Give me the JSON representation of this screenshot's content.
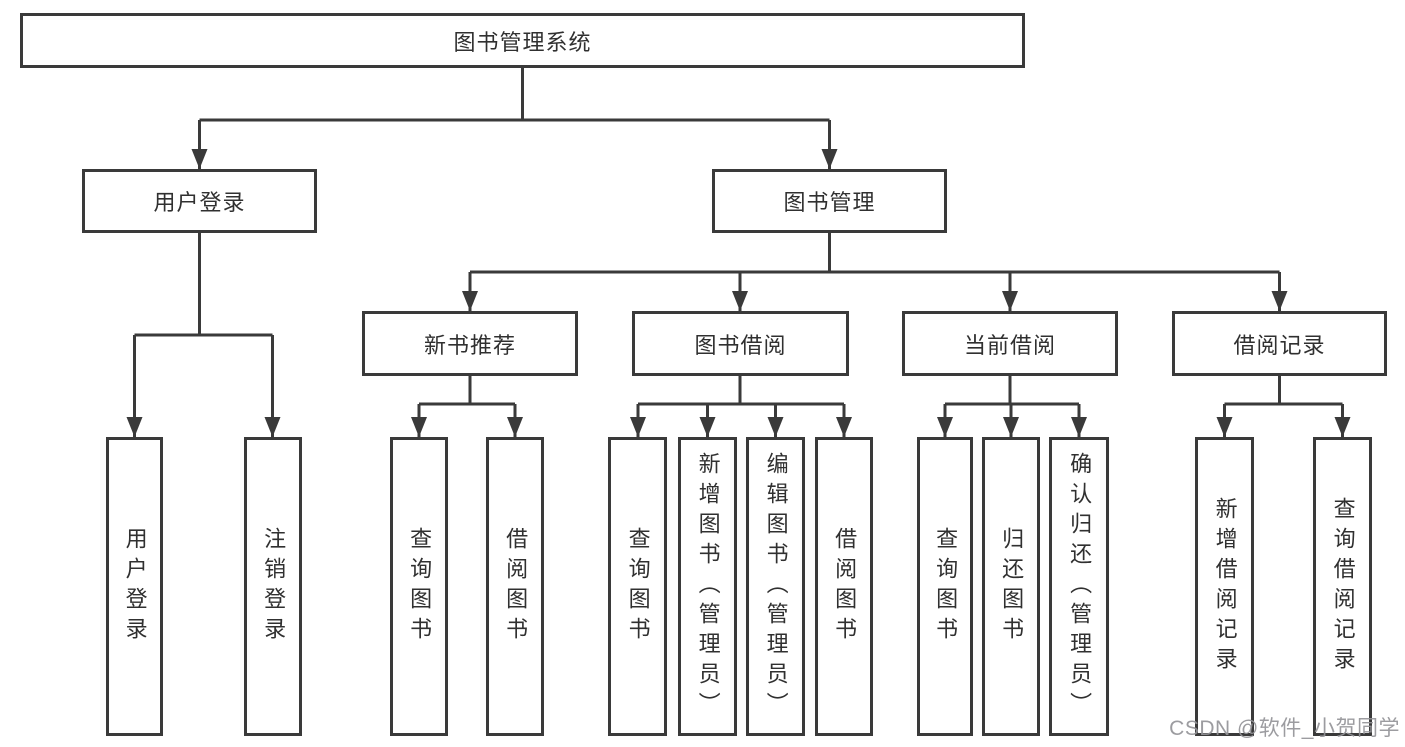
{
  "diagram": {
    "type": "hierarchy-tree",
    "title": "图书管理系统"
  },
  "nodes": {
    "root": "图书管理系统",
    "user_login": "用户登录",
    "book_mgmt": "图书管理",
    "new_book_rec": "新书推荐",
    "book_borrow": "图书借阅",
    "current_borrow": "当前借阅",
    "borrow_record": "借阅记录",
    "leaf_user_login": "用户登录",
    "leaf_logout": "注销登录",
    "leaf_nbr_query": "查询图书",
    "leaf_nbr_borrow": "借阅图书",
    "leaf_bb_query": "查询图书",
    "leaf_bb_add": "新增图书（管理员）",
    "leaf_bb_edit": "编辑图书（管理员）",
    "leaf_bb_borrow": "借阅图书",
    "leaf_cb_query": "查询图书",
    "leaf_cb_return": "归还图书",
    "leaf_cb_confirm": "确认归还（管理员）",
    "leaf_br_add": "新增借阅记录",
    "leaf_br_query": "查询借阅记录"
  },
  "edges": [
    {
      "parent": "root",
      "children": [
        "user_login",
        "book_mgmt"
      ]
    },
    {
      "parent": "user_login",
      "children": [
        "leaf_user_login",
        "leaf_logout"
      ]
    },
    {
      "parent": "book_mgmt",
      "children": [
        "new_book_rec",
        "book_borrow",
        "current_borrow",
        "borrow_record"
      ]
    },
    {
      "parent": "new_book_rec",
      "children": [
        "leaf_nbr_query",
        "leaf_nbr_borrow"
      ]
    },
    {
      "parent": "book_borrow",
      "children": [
        "leaf_bb_query",
        "leaf_bb_add",
        "leaf_bb_edit",
        "leaf_bb_borrow"
      ]
    },
    {
      "parent": "current_borrow",
      "children": [
        "leaf_cb_query",
        "leaf_cb_return",
        "leaf_cb_confirm"
      ]
    },
    {
      "parent": "borrow_record",
      "children": [
        "leaf_br_add",
        "leaf_br_query"
      ]
    }
  ],
  "watermark": {
    "text": "CSDN @软件_小贺同学"
  },
  "colors": {
    "line": "#3a3a3a",
    "text": "#303030",
    "background": "#ffffff",
    "watermark": "#949498"
  }
}
